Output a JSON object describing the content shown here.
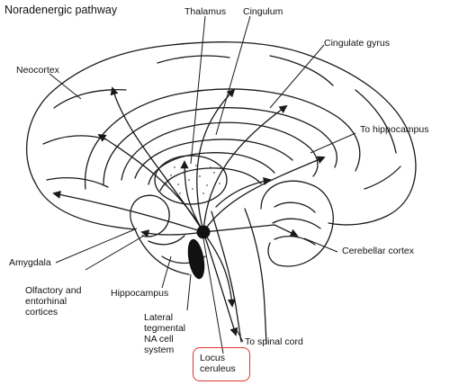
{
  "title": "Noradenergic pathway",
  "labels": {
    "thalamus": "Thalamus",
    "cingulum": "Cingulum",
    "cingulate_gyrus": "Cingulate gyrus",
    "neocortex": "Neocortex",
    "to_hippocampus": "To hippocampus",
    "amygdala": "Amygdala",
    "cerebellar_cortex": "Cerebellar cortex",
    "olfactory": "Olfactory and\nentorhinal\ncortices",
    "hippocampus": "Hippocampus",
    "lateral_tegmental": "Lateral\ntegmental\nNA cell\nsystem",
    "to_spinal_cord": "To spinal cord",
    "locus_ceruleus": "Locus\nceruleus"
  },
  "colors": {
    "line": "#1a1a1a",
    "highlight": "#e0352b",
    "background": "#ffffff"
  }
}
